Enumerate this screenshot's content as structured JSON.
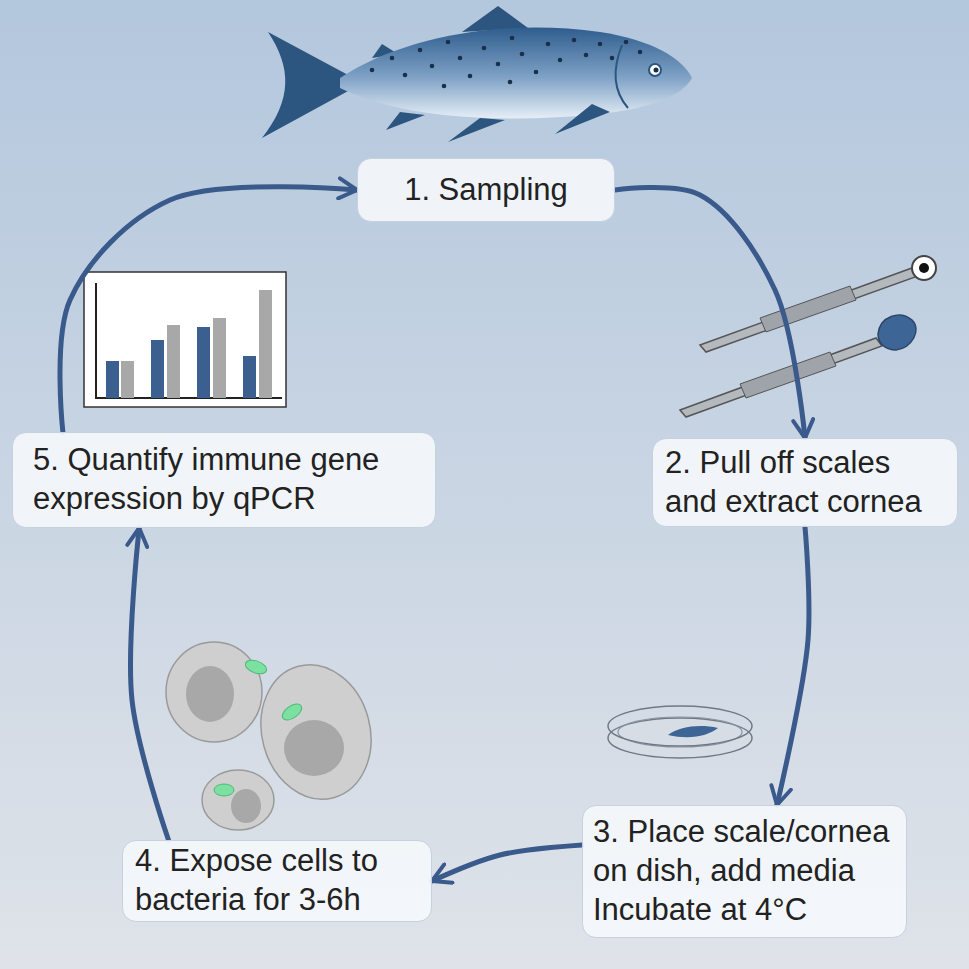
{
  "diagram": {
    "nodes": [
      {
        "text": [
          "1. Sampling"
        ]
      },
      {
        "text": [
          "2. Pull off scales and extract cornea"
        ]
      },
      {
        "text": [
          "3. Place scale/cornea on dish, add media Incubate at 4°C"
        ]
      },
      {
        "text": [
          "4. Expose cells to bacteria for 3-6h"
        ]
      },
      {
        "text": [
          "5. Quantify immune gene expression by qPCR"
        ]
      }
    ],
    "edges": [
      {
        "from": 0,
        "to": 1,
        "arrow": "to"
      },
      {
        "from": 1,
        "to": 2,
        "arrow": "to"
      },
      {
        "from": 2,
        "to": 3,
        "arrow": "to"
      },
      {
        "from": 3,
        "to": 4,
        "arrow": "to"
      },
      {
        "from": 4,
        "to": 0,
        "arrow": "to"
      }
    ]
  }
}
